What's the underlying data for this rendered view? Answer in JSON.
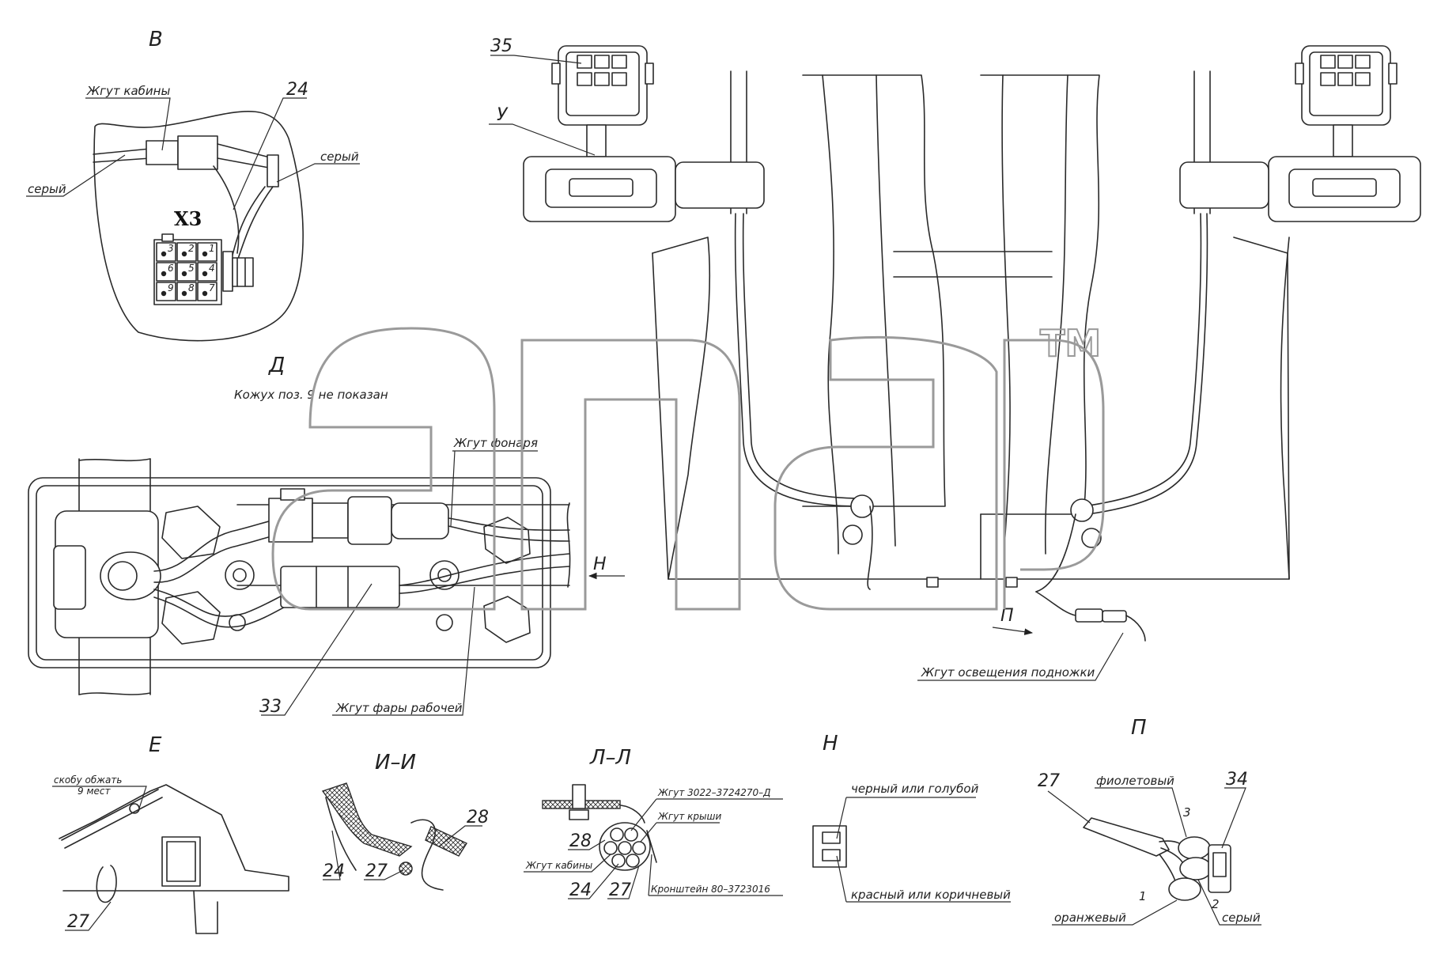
{
  "views": {
    "V": {
      "title": "В",
      "harness_cab": "Жгут кабины",
      "gray_left": "серый",
      "gray_right": "серый",
      "pos24": "24",
      "connector": "X3",
      "pins": [
        "3",
        "2",
        "1",
        "6",
        "5",
        "4",
        "9",
        "8",
        "7"
      ]
    },
    "D": {
      "title": "Д",
      "note": "Кожух поз. 9 не показан",
      "harness_lamp": "Жгут фонаря",
      "harness_work_light": "Жгут фары рабочей",
      "pos33": "33",
      "arrow_N": "Н"
    },
    "top": {
      "pos35": "35",
      "label_U": "У",
      "arrow_P": "П",
      "harness_step": "Жгут освещения подножки"
    },
    "E": {
      "title": "Е",
      "note_line1": "скобу обжать",
      "note_line2": "9 мест",
      "pos27": "27"
    },
    "II": {
      "title": "И–И",
      "pos24": "24",
      "pos27": "27",
      "pos28": "28"
    },
    "LL": {
      "title": "Л–Л",
      "harness_3022": "Жгут 3022–3724270–Д",
      "harness_roof": "Жгут крыши",
      "harness_cab": "Жгут кабины",
      "bracket": "Кронштейн 80–3723016",
      "pos28": "28",
      "pos24": "24",
      "pos27": "27"
    },
    "N": {
      "title": "Н",
      "black_or_blue": "черный или голубой",
      "red_or_brown": "красный или коричневый"
    },
    "P": {
      "title": "П",
      "pos27": "27",
      "pos34": "34",
      "violet": "фиолетовый",
      "orange": "оранжевый",
      "gray": "серый",
      "n1": "1",
      "n2": "2",
      "n3": "3"
    }
  },
  "watermark": {
    "tm": "TM"
  }
}
